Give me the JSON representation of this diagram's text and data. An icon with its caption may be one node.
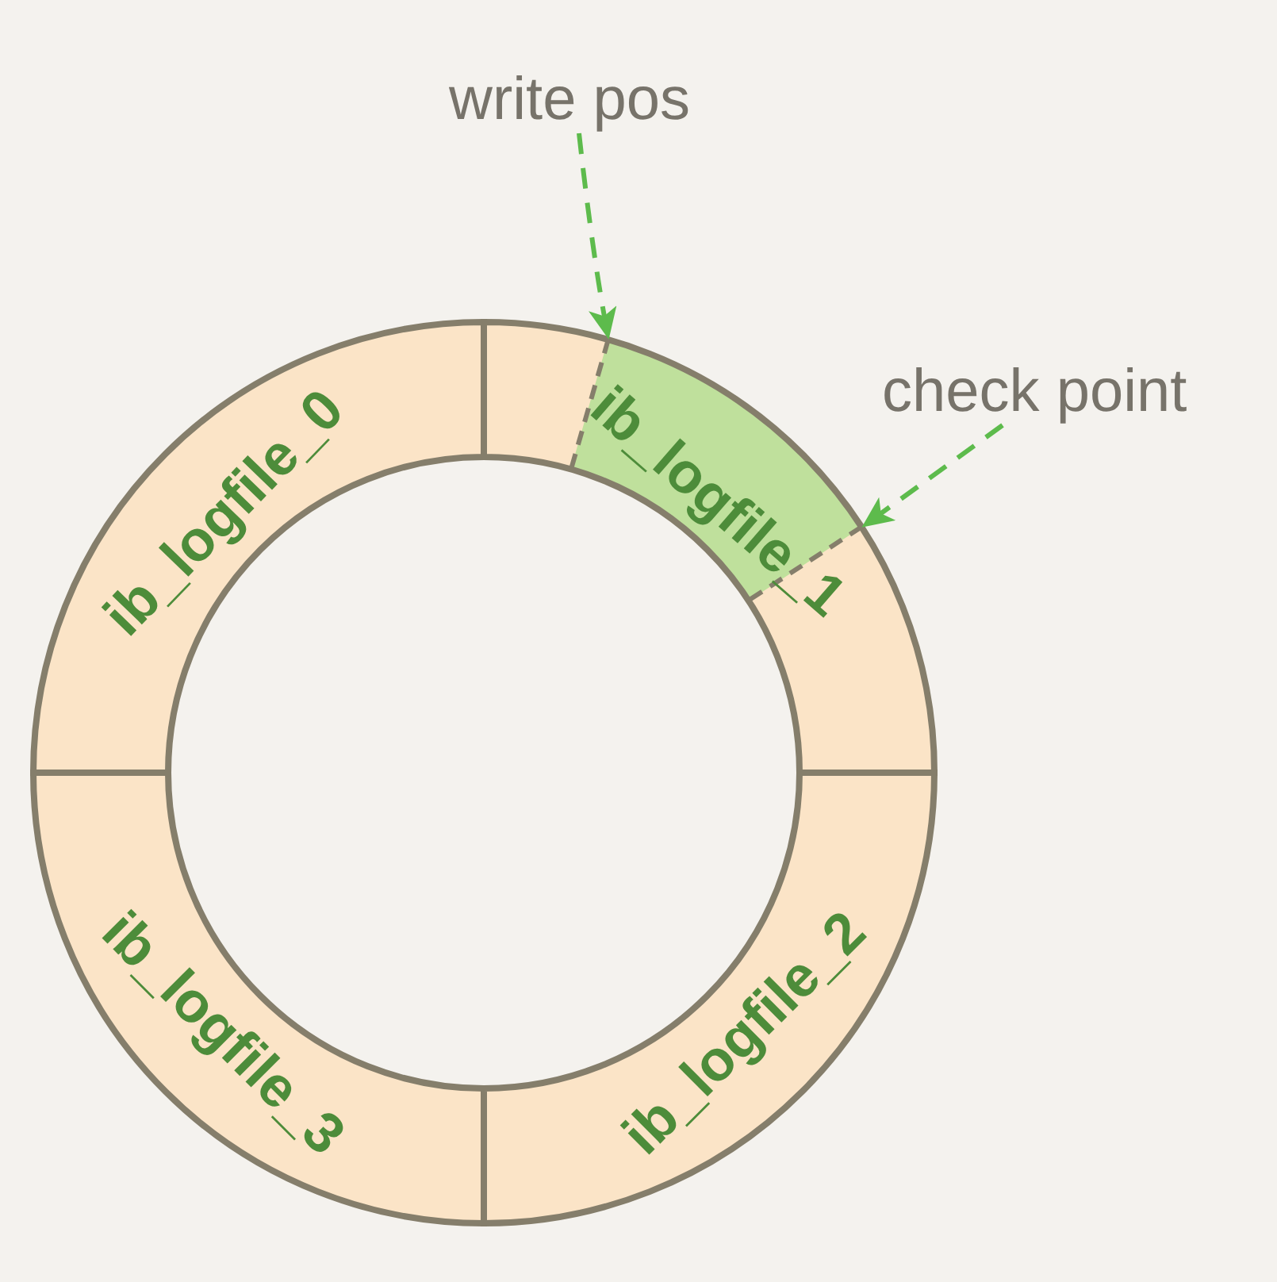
{
  "diagram": {
    "nodes": [
      {
        "text": [
          "write pos"
        ]
      },
      {
        "text": [
          "check point"
        ]
      },
      {
        "text": [
          "ib_logfile_0"
        ]
      },
      {
        "text": [
          "ib_logfile_1"
        ]
      },
      {
        "text": [],
        "shape": "line",
        "in": 3
      },
      {
        "text": [],
        "shape": "line",
        "in": 3
      },
      {
        "text": [
          "ib_logfile_3"
        ]
      },
      {
        "text": [
          "ib_logfile_2"
        ]
      }
    ],
    "edges": [
      {
        "from": 0,
        "to": 4,
        "arrow": "to",
        "style": "dashed"
      },
      {
        "from": 1,
        "to": 5,
        "arrow": "to",
        "style": "dashed"
      }
    ]
  }
}
